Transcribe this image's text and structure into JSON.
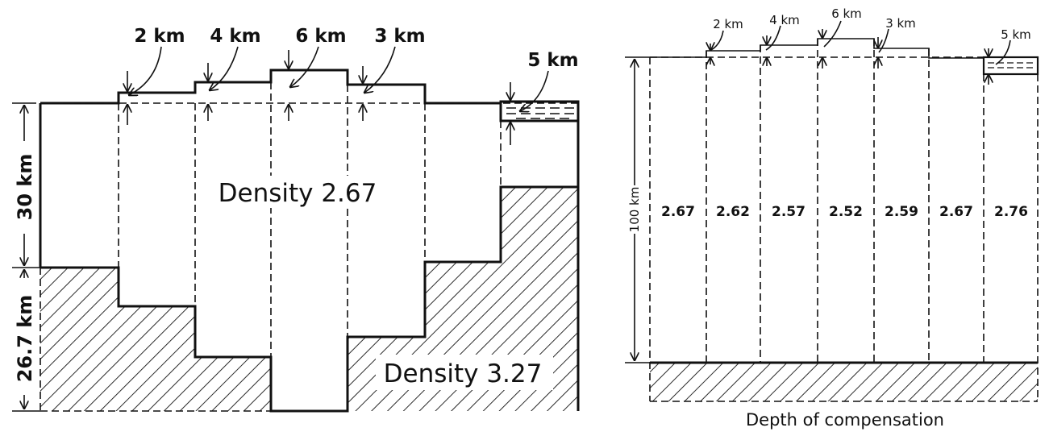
{
  "airy": {
    "elevation_labels": [
      "2 km",
      "4 km",
      "6 km",
      "3 km",
      "5 km"
    ],
    "crust_label": "Density 2.67",
    "mantle_label": "Density 3.27",
    "crust_thickness_label": "30 km",
    "root_depth_label": "26.7 km"
  },
  "pratt": {
    "elevation_labels": [
      "2 km",
      "4 km",
      "6 km",
      "3 km",
      "5 km"
    ],
    "densities": [
      "2.67",
      "2.62",
      "2.57",
      "2.52",
      "2.59",
      "2.67",
      "2.76"
    ],
    "depth_label": "100 km",
    "compensation_label": "Depth of compensation"
  }
}
